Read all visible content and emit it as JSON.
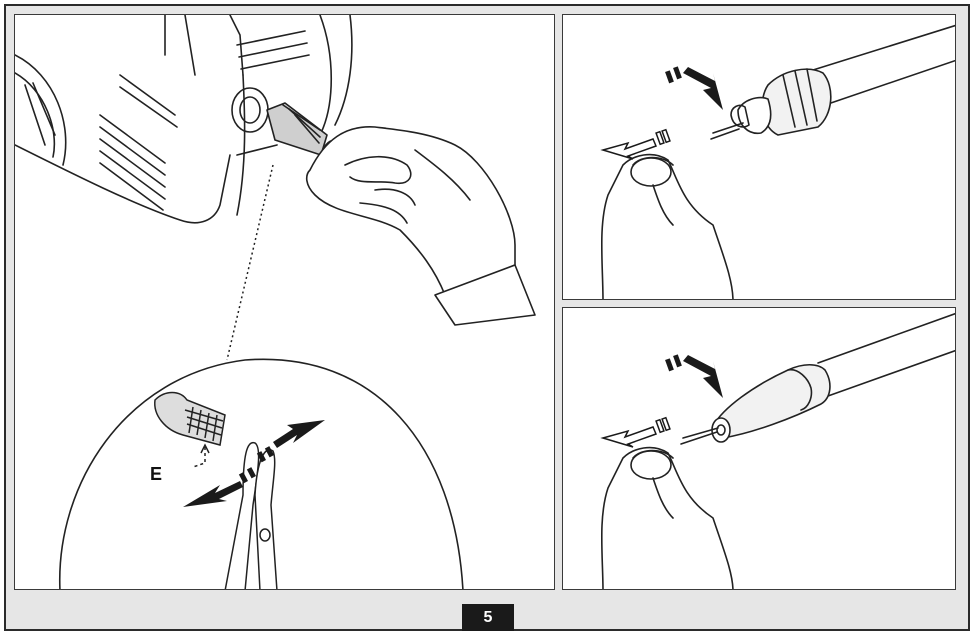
{
  "figure": {
    "callout_label": "E",
    "step_number": "5"
  },
  "panels": [
    {
      "id": "main",
      "icon": "nozzle-filter-removal-icon"
    },
    {
      "id": "top-right",
      "icon": "lance-nozzle-cleaning-icon"
    },
    {
      "id": "bottom-right",
      "icon": "lance-tip-cleaning-icon"
    }
  ],
  "colors": {
    "frame_bg": "#e6e6e6",
    "outline": "#2b2b2b",
    "panel_bg": "#ffffff",
    "arrow_fill": "#1a1a1a",
    "badge_bg": "#1a1a1a"
  }
}
